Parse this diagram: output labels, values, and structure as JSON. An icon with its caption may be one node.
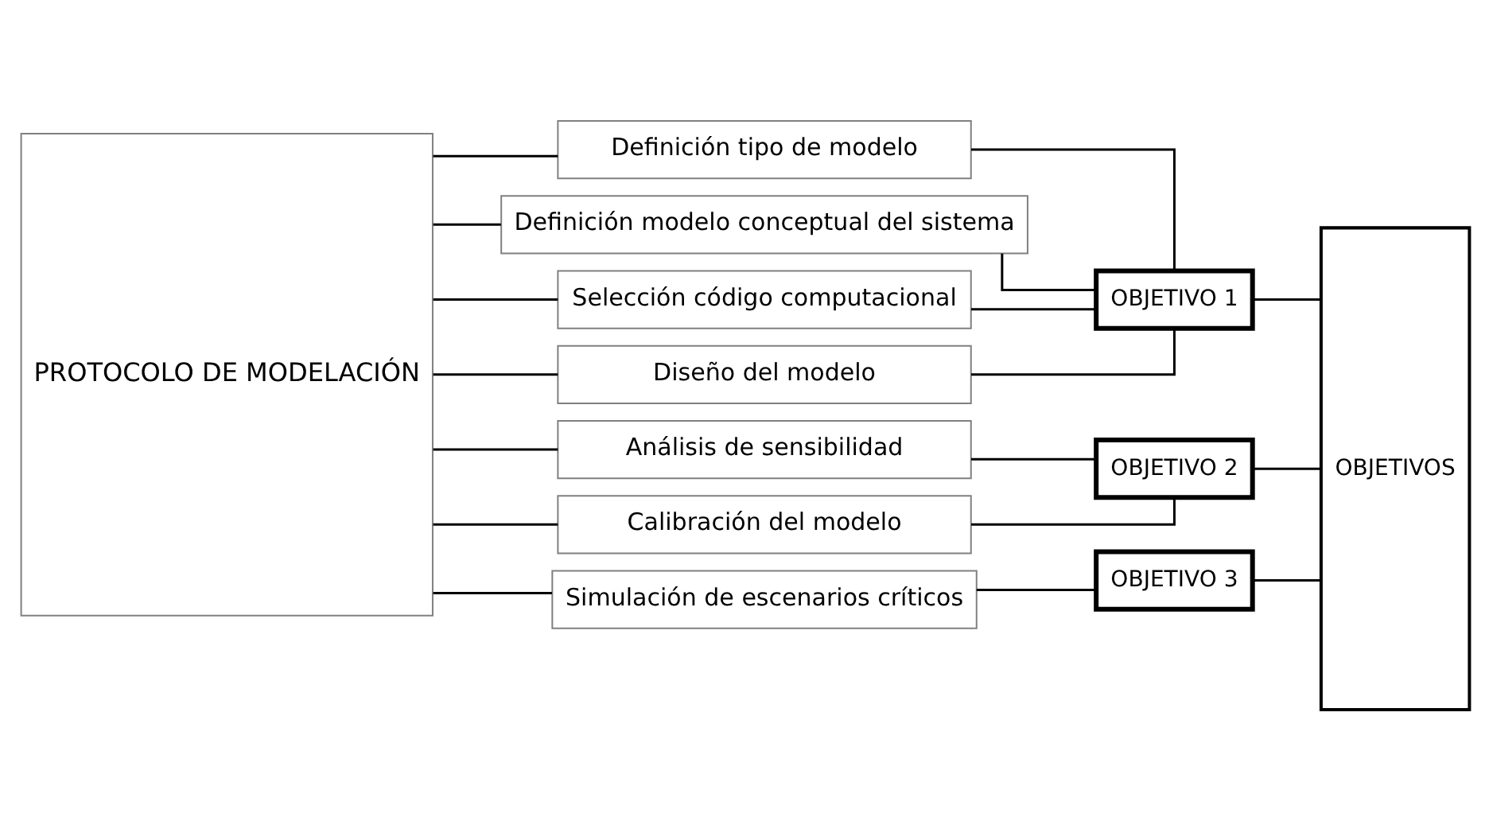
{
  "diagram": {
    "nodes": [
      {
        "text": [
          "PROTOCOLO DE MODELACIÓN"
        ]
      },
      {
        "text": [
          "Definición tipo de modelo"
        ]
      },
      {
        "text": [
          "Definición modelo conceptual del sistema"
        ]
      },
      {
        "text": [
          "Selección código computacional"
        ]
      },
      {
        "text": [
          "Diseño del modelo"
        ]
      },
      {
        "text": [
          "Análisis de sensibilidad"
        ]
      },
      {
        "text": [
          "Calibración del modelo"
        ]
      },
      {
        "text": [
          "Simulación de escenarios críticos"
        ]
      },
      {
        "text": [
          "OBJETIVO 1"
        ]
      },
      {
        "text": [
          "OBJETIVO 2"
        ]
      },
      {
        "text": [
          "OBJETIVO 3"
        ]
      },
      {
        "text": [
          "OBJETIVOS"
        ]
      }
    ],
    "edges": [
      {
        "from": 0,
        "to": 1,
        "arrow": "none"
      },
      {
        "from": 0,
        "to": 2,
        "arrow": "none"
      },
      {
        "from": 0,
        "to": 3,
        "arrow": "none"
      },
      {
        "from": 0,
        "to": 4,
        "arrow": "none"
      },
      {
        "from": 0,
        "to": 5,
        "arrow": "none"
      },
      {
        "from": 0,
        "to": 6,
        "arrow": "none"
      },
      {
        "from": 0,
        "to": 7,
        "arrow": "none"
      },
      {
        "from": 1,
        "to": 8,
        "arrow": "none"
      },
      {
        "from": 2,
        "to": 8,
        "arrow": "none"
      },
      {
        "from": 3,
        "to": 8,
        "arrow": "none"
      },
      {
        "from": 4,
        "to": 8,
        "arrow": "none"
      },
      {
        "from": 5,
        "to": 9,
        "arrow": "none"
      },
      {
        "from": 6,
        "to": 9,
        "arrow": "none"
      },
      {
        "from": 7,
        "to": 10,
        "arrow": "none"
      },
      {
        "from": 8,
        "to": 11,
        "arrow": "none"
      },
      {
        "from": 9,
        "to": 11,
        "arrow": "none"
      },
      {
        "from": 10,
        "to": 11,
        "arrow": "none"
      }
    ]
  }
}
